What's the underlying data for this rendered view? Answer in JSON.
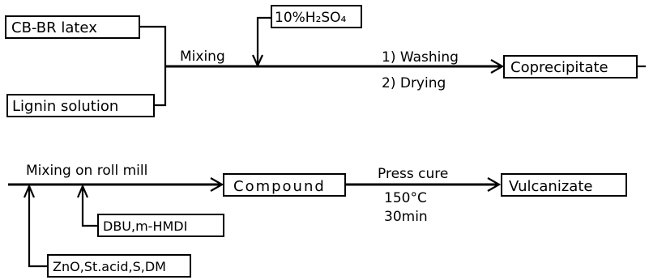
{
  "top_flow": {
    "input1": "CB-BR latex",
    "input2": "Lignin solution",
    "mixing": "Mixing",
    "acid": "10%H₂SO₄",
    "step1": "1) Washing",
    "step2": "2) Drying",
    "output": "Coprecipitate"
  },
  "bottom_flow": {
    "mixing": "Mixing on roll mill",
    "additive1": "DBU,m-HMDI",
    "additive2": "ZnO,St.acid,S,DM",
    "compound": "Compound",
    "cure": "Press cure",
    "temp": "150°C",
    "time": "30min",
    "product": "Vulcanizate"
  }
}
